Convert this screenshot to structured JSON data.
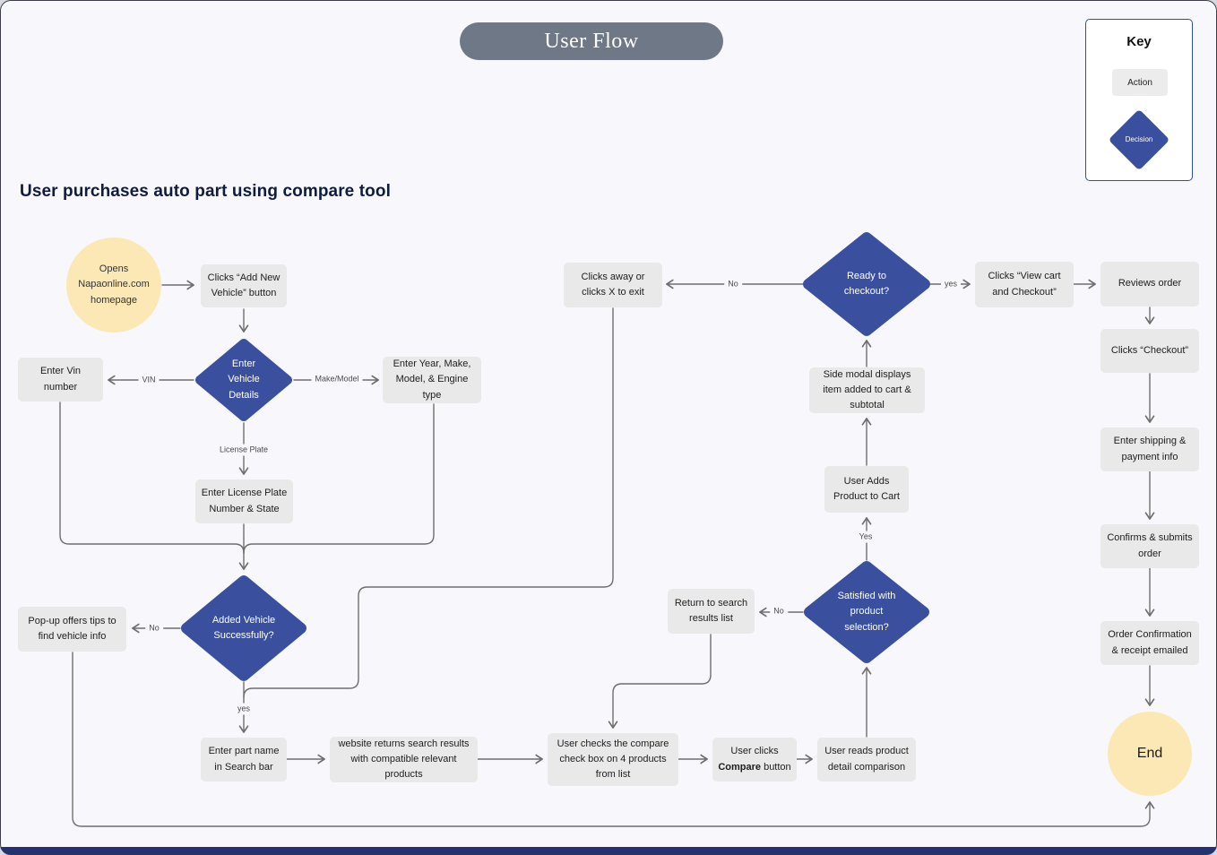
{
  "title": "User Flow",
  "heading": "User purchases auto part using compare tool",
  "key": {
    "title": "Key",
    "action_label": "Action",
    "decision_label": "Decision"
  },
  "colors": {
    "decision_fill": "#3A509F",
    "action_fill": "#E9E9E9",
    "terminal_fill": "#FBE8B4",
    "title_pill": "#6E7887",
    "connector": "#6E6E6E",
    "canvas": "#F8F8FC",
    "key_border": "#2D4FA5",
    "heading_color": "#101C3E"
  },
  "nodes": {
    "start": "Opens Napaonline.com homepage",
    "clicks_add_new": "Clicks “Add New Vehicle” button",
    "enter_vehicle_details": "Enter Vehicle Details",
    "enter_vin": "Enter Vin number",
    "enter_year_make": "Enter Year, Make, Model, & Engine type",
    "enter_license": "Enter License Plate Number & State",
    "added_vehicle": "Added Vehicle Successfully?",
    "popup_tips": "Pop-up offers tips to find vehicle info",
    "enter_part_name": "Enter part name in Search bar",
    "website_returns": "website returns search results with compatible relevant products",
    "user_checks": "User checks the compare check box on 4 products from list",
    "user_clicks_compare": {
      "pre": "User clicks ",
      "bold": "Compare",
      "post": " button"
    },
    "user_reads": "User reads product detail comparison",
    "satisfied": "Satisfied with product selection?",
    "return_search": "Return to search results list",
    "user_adds_cart": "User Adds Product to Cart",
    "side_modal": "Side modal displays item added to cart & subtotal",
    "ready_checkout": "Ready to checkout?",
    "clicks_away": "Clicks away or clicks X to exit",
    "view_cart": "Clicks “View cart and Checkout”",
    "reviews_order": "Reviews order",
    "clicks_checkout": "Clicks “Checkout”",
    "enter_shipping": "Enter shipping & payment info",
    "confirms_submits": "Confirms & submits order",
    "order_confirmation": "Order Confirmation & receipt emailed",
    "end": "End"
  },
  "edge_labels": {
    "vin": "VIN",
    "make_model": "Make/Model",
    "license_plate": "License Plate",
    "added_no": "No",
    "added_yes": "yes",
    "satisfied_no": "No",
    "satisfied_yes": "Yes",
    "ready_no": "No",
    "ready_yes": "yes"
  }
}
